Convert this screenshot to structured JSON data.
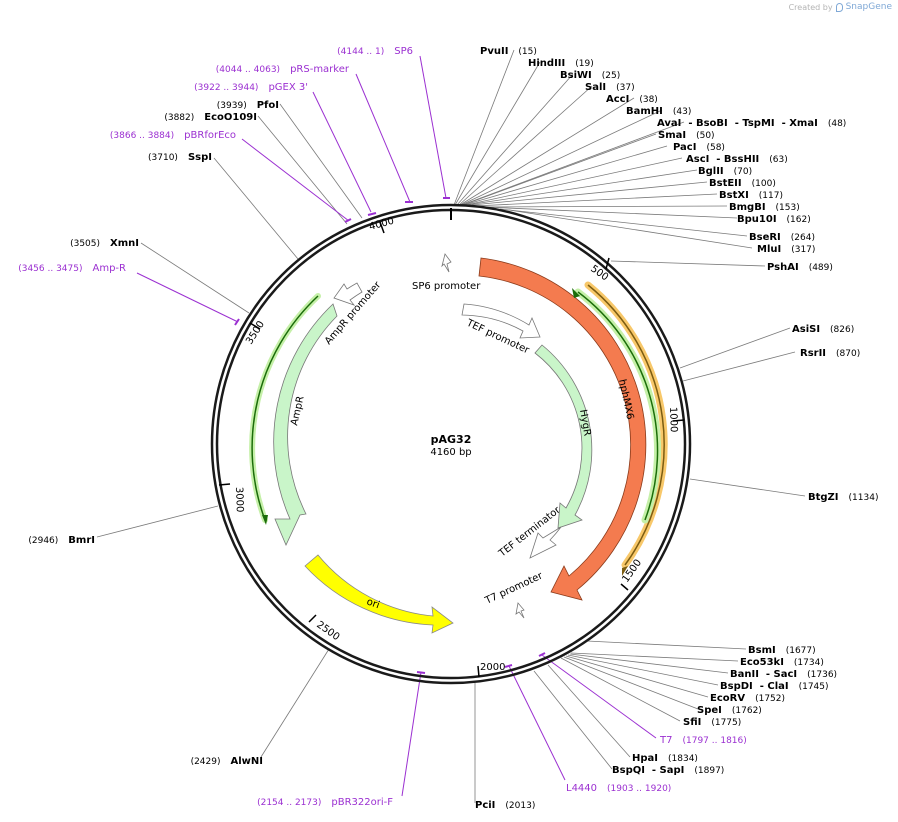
{
  "credit": {
    "prefix": "Created by",
    "brand": "SnapGene"
  },
  "plasmid": {
    "name": "pAG32",
    "size_label": "4160 bp",
    "length": 4160
  },
  "colors": {
    "backbone": "#1a1a1a",
    "primer": "#9b30d1",
    "orf": "#f47b4f",
    "marker": "#c9f5c9",
    "ori": "#ffff00",
    "promoter": "#ffffff"
  },
  "ticks": [
    "500",
    "1000",
    "1500",
    "2000",
    "2500",
    "3000",
    "3500",
    "4000"
  ],
  "enzymes": [
    {
      "names": "PvuII",
      "pos": "(15)"
    },
    {
      "names": "HindIII",
      "pos": "(19)"
    },
    {
      "names": "BsiWI",
      "pos": "(25)"
    },
    {
      "names": "SalI",
      "pos": "(37)"
    },
    {
      "names": "AccI",
      "pos": "(38)"
    },
    {
      "names": "BamHI",
      "pos": "(43)"
    },
    {
      "names": "AvaI  - BsoBI  - TspMI  - XmaI",
      "pos": "(48)"
    },
    {
      "names": "SmaI",
      "pos": "(50)"
    },
    {
      "names": "PacI",
      "pos": "(58)"
    },
    {
      "names": "AscI  - BssHII",
      "pos": "(63)"
    },
    {
      "names": "BglII",
      "pos": "(70)"
    },
    {
      "names": "BstEII",
      "pos": "(100)"
    },
    {
      "names": "BstXI",
      "pos": "(117)"
    },
    {
      "names": "BmgBI",
      "pos": "(153)"
    },
    {
      "names": "Bpu10I",
      "pos": "(162)"
    },
    {
      "names": "BseRI",
      "pos": "(264)"
    },
    {
      "names": "MluI",
      "pos": "(317)"
    },
    {
      "names": "PshAI",
      "pos": "(489)"
    },
    {
      "names": "AsiSI",
      "pos": "(826)"
    },
    {
      "names": "RsrII",
      "pos": "(870)"
    },
    {
      "names": "BtgZI",
      "pos": "(1134)"
    },
    {
      "names": "BsmI",
      "pos": "(1677)"
    },
    {
      "names": "Eco53kI",
      "pos": "(1734)"
    },
    {
      "names": "BanII  - SacI",
      "pos": "(1736)"
    },
    {
      "names": "BspDI  - ClaI",
      "pos": "(1745)"
    },
    {
      "names": "EcoRV",
      "pos": "(1752)"
    },
    {
      "names": "SpeI",
      "pos": "(1762)"
    },
    {
      "names": "SfiI",
      "pos": "(1775)"
    },
    {
      "names": "HpaI",
      "pos": "(1834)"
    },
    {
      "names": "BspQI  - SapI",
      "pos": "(1897)"
    },
    {
      "names": "PciI",
      "pos": "(2013)"
    },
    {
      "names": "AlwNI",
      "pos": "(2429)"
    },
    {
      "names": "BmrI",
      "pos": "(2946)"
    },
    {
      "names": "XmnI",
      "pos": "(3505)"
    },
    {
      "names": "SspI",
      "pos": "(3710)"
    },
    {
      "names": "EcoO109I",
      "pos": "(3882)"
    },
    {
      "names": "PfoI",
      "pos": "(3939)"
    }
  ],
  "primers": [
    {
      "name": "SP6",
      "pos": "(4144 .. 1)"
    },
    {
      "name": "pRS-marker",
      "pos": "(4044 .. 4063)"
    },
    {
      "name": "pGEX 3'",
      "pos": "(3922 .. 3944)"
    },
    {
      "name": "pBRforEco",
      "pos": "(3866 .. 3884)"
    },
    {
      "name": "Amp-R",
      "pos": "(3456 .. 3475)"
    },
    {
      "name": "T7",
      "pos": "(1797 .. 1816)"
    },
    {
      "name": "L4440",
      "pos": "(1903 .. 1920)"
    },
    {
      "name": "pBR322ori-F",
      "pos": "(2154 .. 2173)"
    }
  ],
  "features": [
    {
      "name": "SP6 promoter"
    },
    {
      "name": "AmpR promoter"
    },
    {
      "name": "AmpR"
    },
    {
      "name": "TEF promoter"
    },
    {
      "name": "HygR"
    },
    {
      "name": "hphMX6"
    },
    {
      "name": "TEF terminator"
    },
    {
      "name": "T7 promoter"
    },
    {
      "name": "ori"
    }
  ]
}
